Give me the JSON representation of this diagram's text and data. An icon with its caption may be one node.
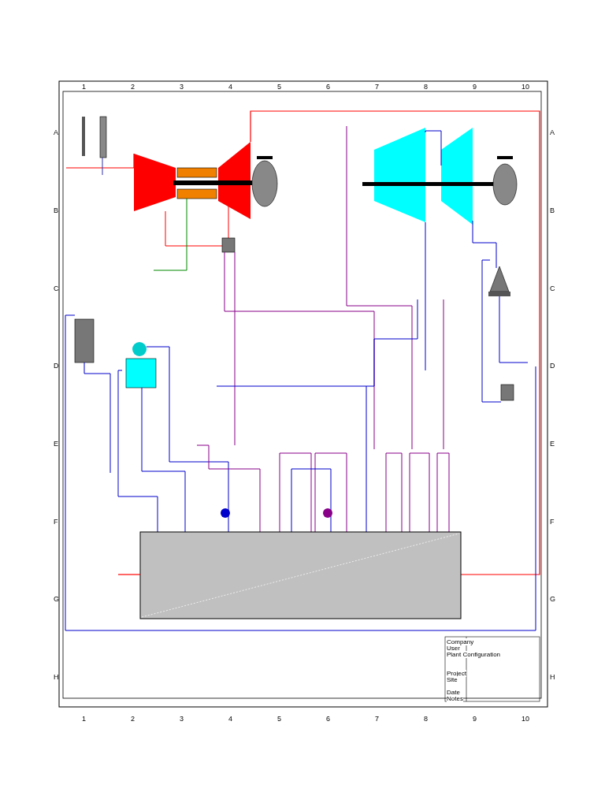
{
  "diagram": {
    "labels": [
      "1",
      "2",
      "3",
      "4",
      "5",
      "6",
      "7",
      "8",
      "9",
      "10",
      "1",
      "2",
      "3",
      "4",
      "5",
      "6",
      "7",
      "8",
      "9",
      "10",
      "A",
      "B",
      "C",
      "D",
      "E",
      "F",
      "G",
      "H",
      "A",
      "B",
      "C",
      "D",
      "E",
      "F",
      "G",
      "H",
      "Company",
      "User",
      "Plant Configuration",
      "Project",
      "Site",
      "Date",
      "Notes"
    ]
  }
}
